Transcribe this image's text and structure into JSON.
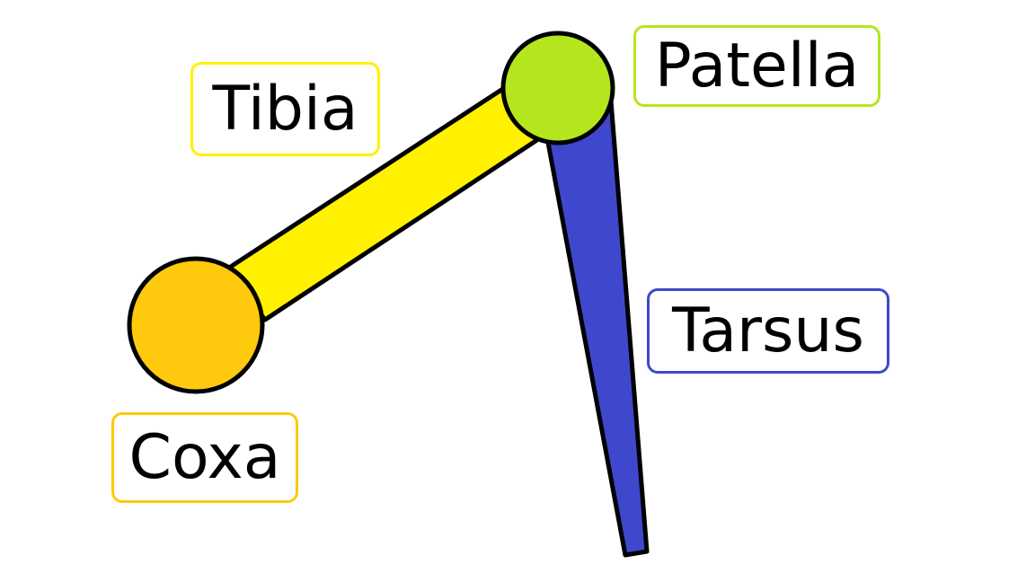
{
  "labels": {
    "tibia": "Tibia",
    "patella": "Patella",
    "tarsus": "Tarsus",
    "coxa": "Coxa"
  },
  "colors": {
    "tibia": "#fff100",
    "patella": "#b5e61d",
    "tarsus": "#3f48cc",
    "coxa": "#ffc90e",
    "outline": "#000000",
    "background": "#ffffff"
  }
}
